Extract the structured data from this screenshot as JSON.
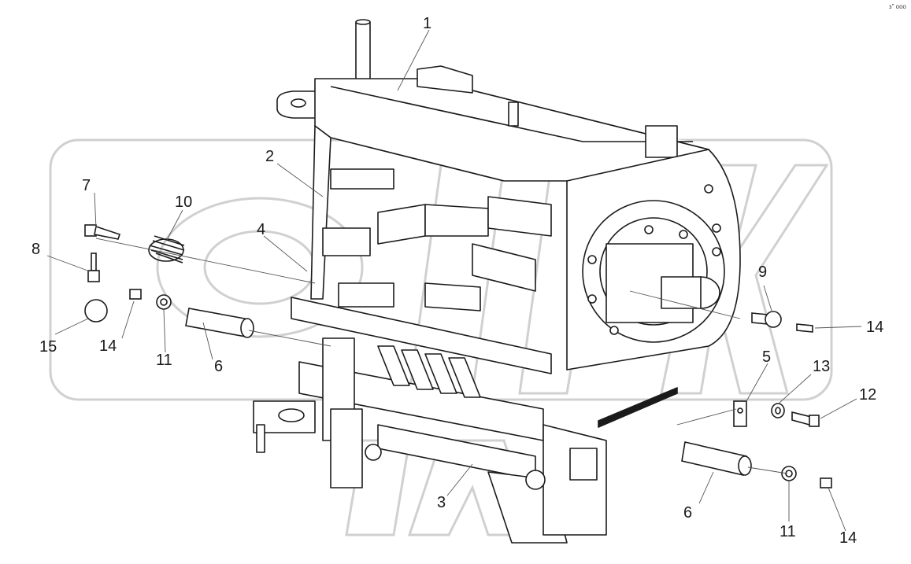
{
  "diagram": {
    "callouts": [
      "1",
      "2",
      "3",
      "4",
      "5",
      "6",
      "7",
      "8",
      "9",
      "10",
      "11",
      "12",
      "13",
      "14",
      "15"
    ],
    "labels": {
      "c1": "1",
      "c2": "2",
      "c3": "3",
      "c4": "4",
      "c5": "5",
      "c6a": "6",
      "c6b": "6",
      "c7": "7",
      "c8": "8",
      "c9": "9",
      "c10": "10",
      "c11a": "11",
      "c11b": "11",
      "c12": "12",
      "c13": "13",
      "c14a": "14",
      "c14b": "14",
      "c14c": "14",
      "c15": "15"
    },
    "corner_mark": "з\" ооо"
  },
  "colors": {
    "line": "#1a1a1a",
    "watermark": "#d0d0d0",
    "fill": "#ffffff"
  }
}
